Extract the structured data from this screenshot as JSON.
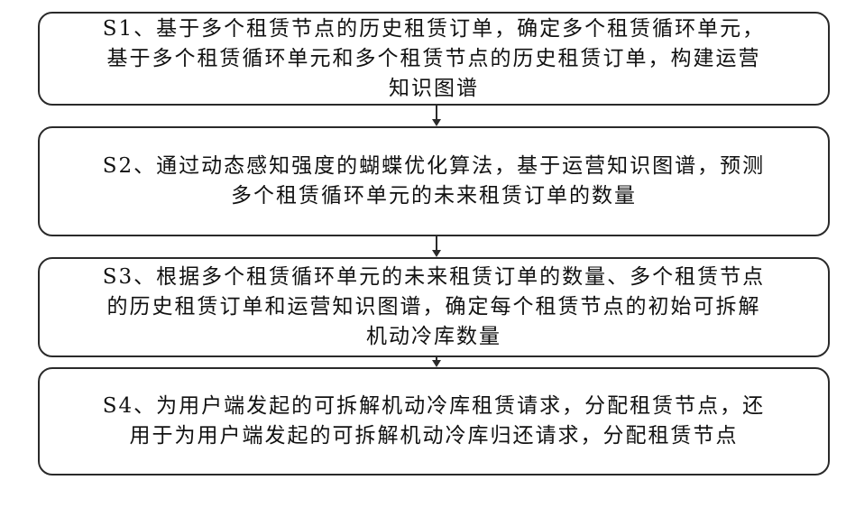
{
  "steps": [
    {
      "id": "S1",
      "text": "S1、基于多个租赁节点的历史租赁订单，确定多个租赁循环单元，\n基于多个租赁循环单元和多个租赁节点的历史租赁订单，构建运营\n知识图谱"
    },
    {
      "id": "S2",
      "text": "S2、通过动态感知强度的蝴蝶优化算法，基于运营知识图谱，预测\n多个租赁循环单元的未来租赁订单的数量"
    },
    {
      "id": "S3",
      "text": "S3、根据多个租赁循环单元的未来租赁订单的数量、多个租赁节点\n的历史租赁订单和运营知识图谱，确定每个租赁节点的初始可拆解\n机动冷库数量"
    },
    {
      "id": "S4",
      "text": "S4、为用户端发起的可拆解机动冷库租赁请求，分配租赁节点，还\n用于为用户端发起的可拆解机动冷库归还请求，分配租赁节点"
    }
  ]
}
